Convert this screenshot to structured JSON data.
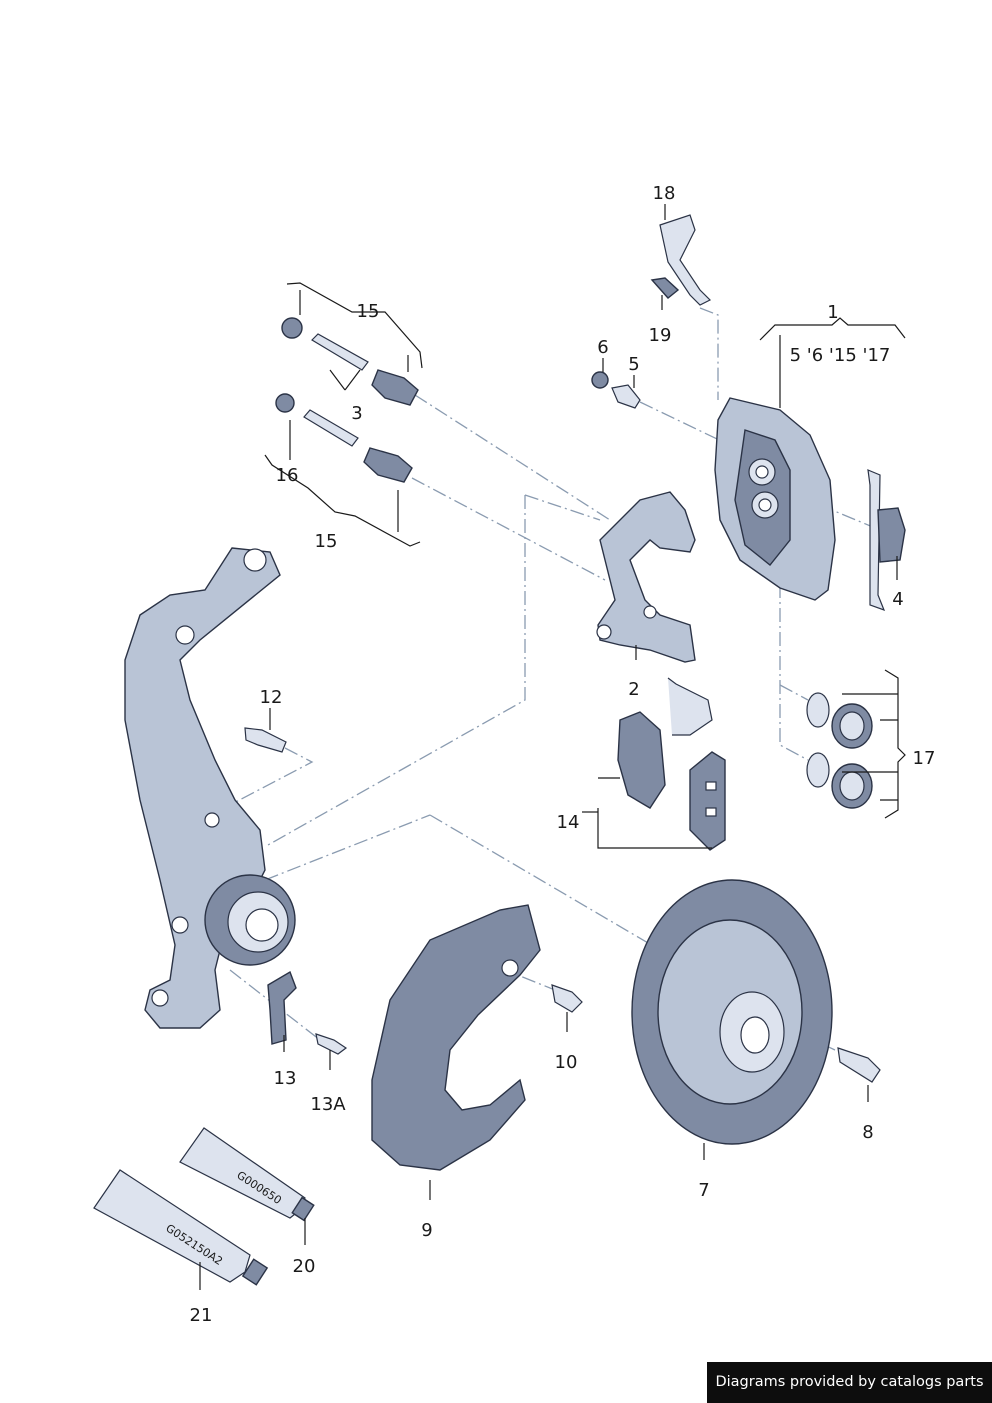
{
  "callouts": {
    "c1": "1",
    "c1_sub": "5 '6 '15 '17",
    "c2": "2",
    "c3": "3",
    "c4": "4",
    "c5": "5",
    "c6": "6",
    "c7": "7",
    "c8": "8",
    "c9": "9",
    "c10": "10",
    "c12": "12",
    "c13": "13",
    "c13a": "13A",
    "c14": "14",
    "c15_top": "15",
    "c15_bottom": "15",
    "c16": "16",
    "c17": "17",
    "c18": "18",
    "c19": "19",
    "c20": "20",
    "c21": "21"
  },
  "tube_labels": {
    "tube20_code": "G000650",
    "tube21_code": "G052150A2"
  },
  "credit": "Diagrams provided by catalogs parts",
  "colors": {
    "part_fill": "#b9c4d6",
    "part_dark": "#7f8ba3",
    "outline": "#2b3346",
    "dash_line": "#8a9bb0",
    "credit_bg": "#0d0d0d"
  }
}
